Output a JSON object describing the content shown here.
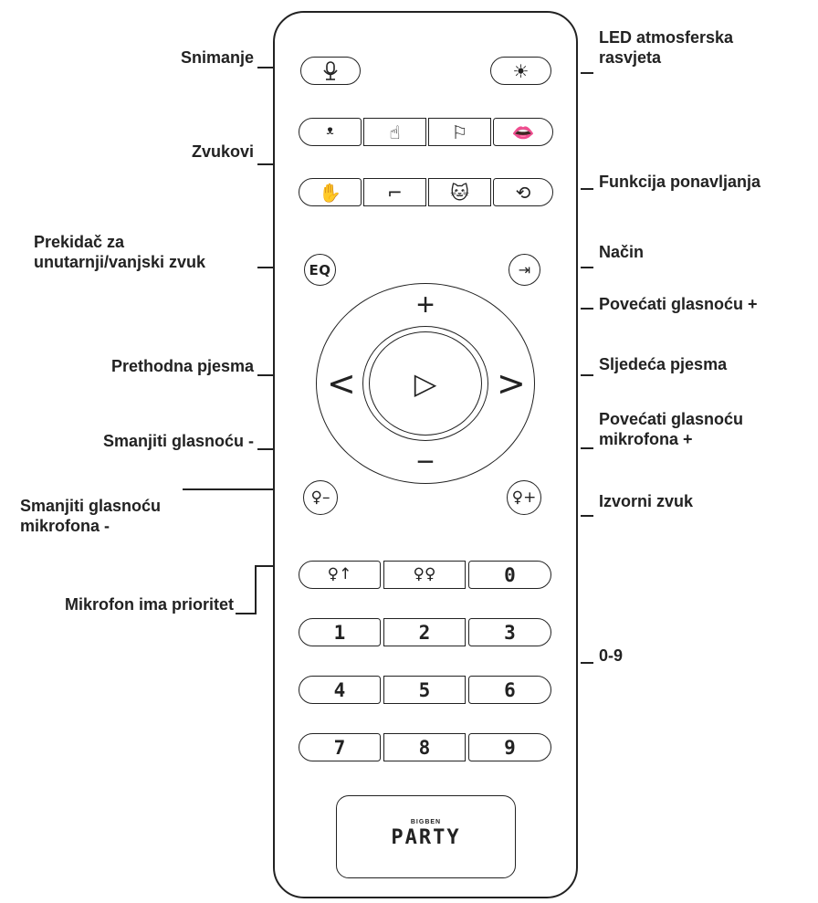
{
  "labels": {
    "snimanje": "Snimanje",
    "led": "LED atmosferska rasvjeta",
    "zvukovi": "Zvukovi",
    "ponavljanje": "Funkcija ponavljanja",
    "prekidac": "Prekidač za unutarnji/vanjski zvuk",
    "nacin": "Način",
    "povecati_glasnocu": "Povećati glasnoću +",
    "prethodna": "Prethodna pjesma",
    "sljedeca": "Sljedeća pjesma",
    "smanjiti_glasnocu": "Smanjiti glasnoću -",
    "povecati_mikrofon": "Povećati glasnoću mikrofona +",
    "smanjiti_mikrofon": "Smanjiti glasnoću mikrofona -",
    "izvorni": "Izvorni zvuk",
    "prioritet": "Mikrofon ima prioritet",
    "brojevi": "0-9"
  },
  "buttons": {
    "eq": "EQ",
    "plus": "+",
    "minus": "−",
    "prev": "<",
    "next": ">",
    "play": "▷",
    "record_icon": "🎙",
    "led_icon": "☀",
    "mode_icon": "⇥",
    "mic_minus": "♀–",
    "mic_plus": "♀+",
    "mic_priority": "♀↑",
    "dual_mic": "♀♀",
    "repeat_icon": "⟲"
  },
  "sound_icons": [
    "balloon-icon",
    "clap-icon",
    "whistle-icon",
    "kiss-icon",
    "wave-icon",
    "gun-icon",
    "cat-icon",
    "repeat-icon"
  ],
  "sound_glyphs": [
    "ᵜ",
    "☝",
    "⚐",
    "👄",
    "✋",
    "⌐",
    "🐱",
    "⟲"
  ],
  "numbers": [
    "0",
    "1",
    "2",
    "3",
    "4",
    "5",
    "6",
    "7",
    "8",
    "9"
  ],
  "logo": {
    "brand": "BIGBEN",
    "name": "PARTY"
  }
}
